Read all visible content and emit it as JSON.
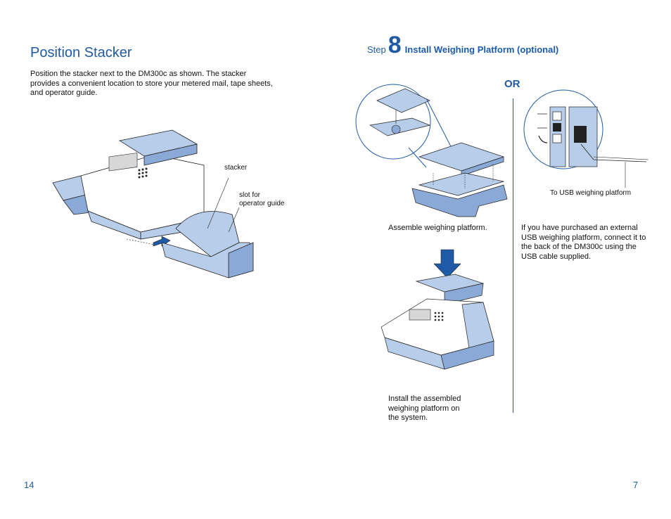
{
  "left_page": {
    "title": "Position Stacker",
    "intro": "Position the stacker next to the DM300c as shown. The stacker provides a convenient location to store your metered mail, tape sheets, and operator guide.",
    "callouts": {
      "stacker": "stacker",
      "slot": "slot for\noperator guide"
    },
    "page_number": "14"
  },
  "right_page": {
    "step_word": "Step",
    "step_number": "8",
    "step_title": "Install Weighing Platform (optional)",
    "or_label": "OR",
    "caption_assemble": "Assemble weighing platform.",
    "caption_install": "Install the assembled\nweighing platform on\nthe system.",
    "usb_label": "To USB weighing platform",
    "usb_text": "If you have purchased an external USB weighing platform, connect it to the back of the DM300c using the USB cable supplied.",
    "page_number": "7"
  },
  "colors": {
    "accent": "#1f5aa6",
    "illustration_fill": "#b7cdea",
    "illustration_dark": "#8aa9d6"
  }
}
